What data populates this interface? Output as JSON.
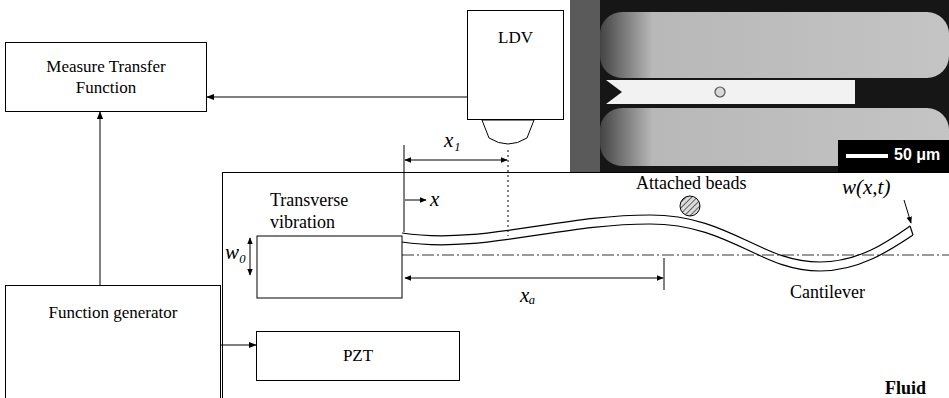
{
  "diagram": {
    "nodes": [
      {
        "text": [
          "Measure Transfer Function"
        ]
      },
      {
        "text": [
          "LDV"
        ]
      },
      {
        "text": [
          "Function generator"
        ]
      },
      {
        "text": [
          "Fluid"
        ]
      },
      {
        "text": [
          "PZT"
        ],
        "in": 3
      }
    ],
    "edges": [
      {
        "from": 1,
        "to": 0,
        "arrow": "to"
      },
      {
        "from": 2,
        "to": 0,
        "arrow": "to"
      },
      {
        "from": 2,
        "to": 4,
        "arrow": "to"
      }
    ],
    "labels": [
      "Transverse vibration",
      "x",
      "x₁",
      "xₐ",
      "w₀",
      "Attached beads",
      "w(x,t)",
      "Cantilever",
      "50 μm"
    ]
  }
}
